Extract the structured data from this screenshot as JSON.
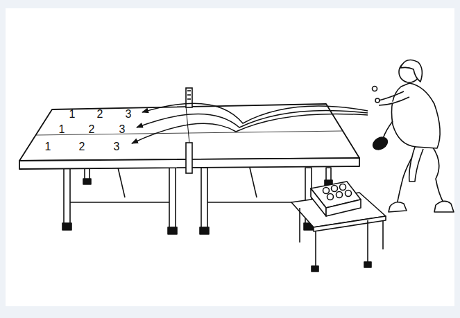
{
  "diagram": {
    "labels": [
      "1",
      "2",
      "3",
      "1",
      "2",
      "3",
      "1",
      "2",
      "3"
    ]
  }
}
